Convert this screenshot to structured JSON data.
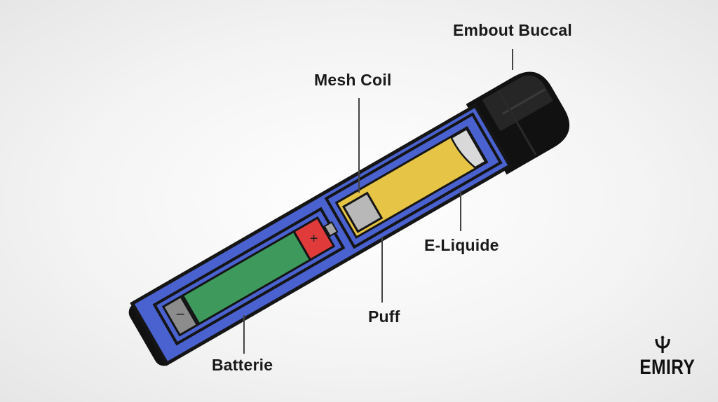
{
  "labels": {
    "mouthpiece": "Embout Buccal",
    "mesh_coil": "Mesh Coil",
    "e_liquid": "E-Liquide",
    "puff": "Puff",
    "battery": "Batterie"
  },
  "battery_signs": {
    "negative": "−",
    "positive": "+"
  },
  "brand": {
    "name": "EMIRY",
    "logo_icon": "trident-icon"
  },
  "colors": {
    "body": "#4a62d0",
    "battery": "#3e9a5c",
    "battery_positive": "#e03a3a",
    "e_liquid": "#e6c445",
    "coil": "#b8b8b8",
    "mouthpiece": "#111111"
  }
}
